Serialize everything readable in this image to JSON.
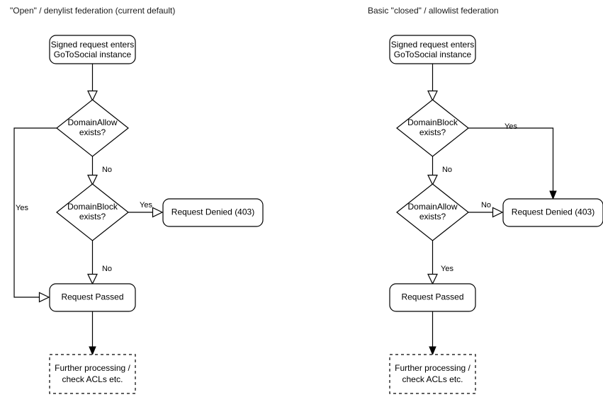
{
  "diagram": {
    "type": "flowchart",
    "columns": [
      {
        "id": "open-federation",
        "title": "\"Open\" / denylist federation (current default)",
        "nodes": [
          {
            "id": "entry",
            "shape": "rounded-rect",
            "line1": "Signed request enters",
            "line2": "GoToSocial instance"
          },
          {
            "id": "domain-allow",
            "shape": "diamond",
            "line1": "DomainAllow",
            "line2": "exists?"
          },
          {
            "id": "domain-block",
            "shape": "diamond",
            "line1": "DomainBlock",
            "line2": "exists?"
          },
          {
            "id": "request-denied",
            "shape": "rounded-rect",
            "line1": "Request Denied (403)",
            "line2": ""
          },
          {
            "id": "request-passed",
            "shape": "rounded-rect",
            "line1": "Request Passed",
            "line2": ""
          },
          {
            "id": "further-processing",
            "shape": "dashed-rect",
            "line1": "Further processing /",
            "line2": "check ACLs etc."
          }
        ],
        "edges": [
          {
            "from": "entry",
            "to": "domain-allow",
            "label": ""
          },
          {
            "from": "domain-allow",
            "to": "request-passed",
            "label": "Yes"
          },
          {
            "from": "domain-allow",
            "to": "domain-block",
            "label": "No"
          },
          {
            "from": "domain-block",
            "to": "request-denied",
            "label": "Yes"
          },
          {
            "from": "domain-block",
            "to": "request-passed",
            "label": "No"
          },
          {
            "from": "request-passed",
            "to": "further-processing",
            "label": ""
          }
        ]
      },
      {
        "id": "closed-federation",
        "title": "Basic \"closed\" / allowlist federation",
        "nodes": [
          {
            "id": "entry",
            "shape": "rounded-rect",
            "line1": "Signed request enters",
            "line2": "GoToSocial instance"
          },
          {
            "id": "domain-block",
            "shape": "diamond",
            "line1": "DomainBlock",
            "line2": "exists?"
          },
          {
            "id": "domain-allow",
            "shape": "diamond",
            "line1": "DomainAllow",
            "line2": "exists?"
          },
          {
            "id": "request-denied",
            "shape": "rounded-rect",
            "line1": "Request Denied (403)",
            "line2": ""
          },
          {
            "id": "request-passed",
            "shape": "rounded-rect",
            "line1": "Request Passed",
            "line2": ""
          },
          {
            "id": "further-processing",
            "shape": "dashed-rect",
            "line1": "Further processing /",
            "line2": "check ACLs etc."
          }
        ],
        "edges": [
          {
            "from": "entry",
            "to": "domain-block",
            "label": ""
          },
          {
            "from": "domain-block",
            "to": "request-denied",
            "label": "Yes"
          },
          {
            "from": "domain-block",
            "to": "domain-allow",
            "label": "No"
          },
          {
            "from": "domain-allow",
            "to": "request-denied",
            "label": "No"
          },
          {
            "from": "domain-allow",
            "to": "request-passed",
            "label": "Yes"
          },
          {
            "from": "request-passed",
            "to": "further-processing",
            "label": ""
          }
        ]
      }
    ],
    "colors": {
      "background": "#ffffff",
      "stroke": "#000000",
      "text": "#000000",
      "title": "#1a1a1a"
    }
  }
}
